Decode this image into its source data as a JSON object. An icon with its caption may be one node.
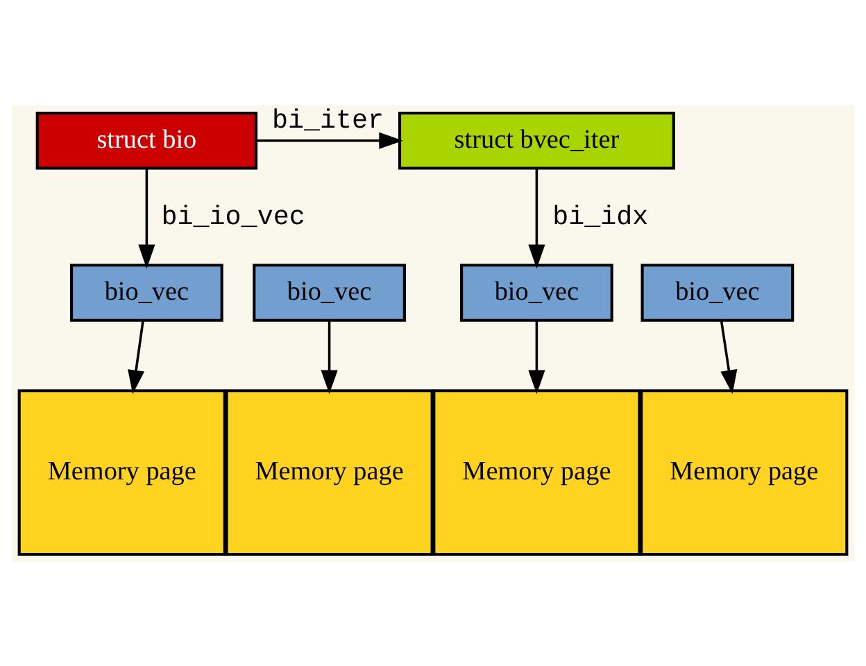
{
  "diagram": {
    "nodes": [
      {
        "text": [
          "struct bio"
        ]
      },
      {
        "text": [
          "struct bvec_iter"
        ]
      },
      {
        "text": [
          "bio_vec"
        ]
      },
      {
        "text": [
          "bio_vec"
        ]
      },
      {
        "text": [
          "bio_vec"
        ]
      },
      {
        "text": [
          "bio_vec"
        ]
      },
      {
        "text": [
          "Memory page"
        ]
      },
      {
        "text": [
          "Memory page"
        ]
      },
      {
        "text": [
          "Memory page"
        ]
      },
      {
        "text": [
          "Memory page"
        ]
      }
    ],
    "edges": [
      {
        "from": 0,
        "to": 1,
        "arrow": "to",
        "label": "bi_iter"
      },
      {
        "from": 0,
        "to": 2,
        "arrow": "to",
        "label": "bi_io_vec"
      },
      {
        "from": 1,
        "to": 4,
        "arrow": "to",
        "label": "bi_idx"
      },
      {
        "from": 2,
        "to": 6,
        "arrow": "to"
      },
      {
        "from": 3,
        "to": 7,
        "arrow": "to"
      },
      {
        "from": 4,
        "to": 8,
        "arrow": "to"
      },
      {
        "from": 5,
        "to": 9,
        "arrow": "to"
      }
    ]
  }
}
